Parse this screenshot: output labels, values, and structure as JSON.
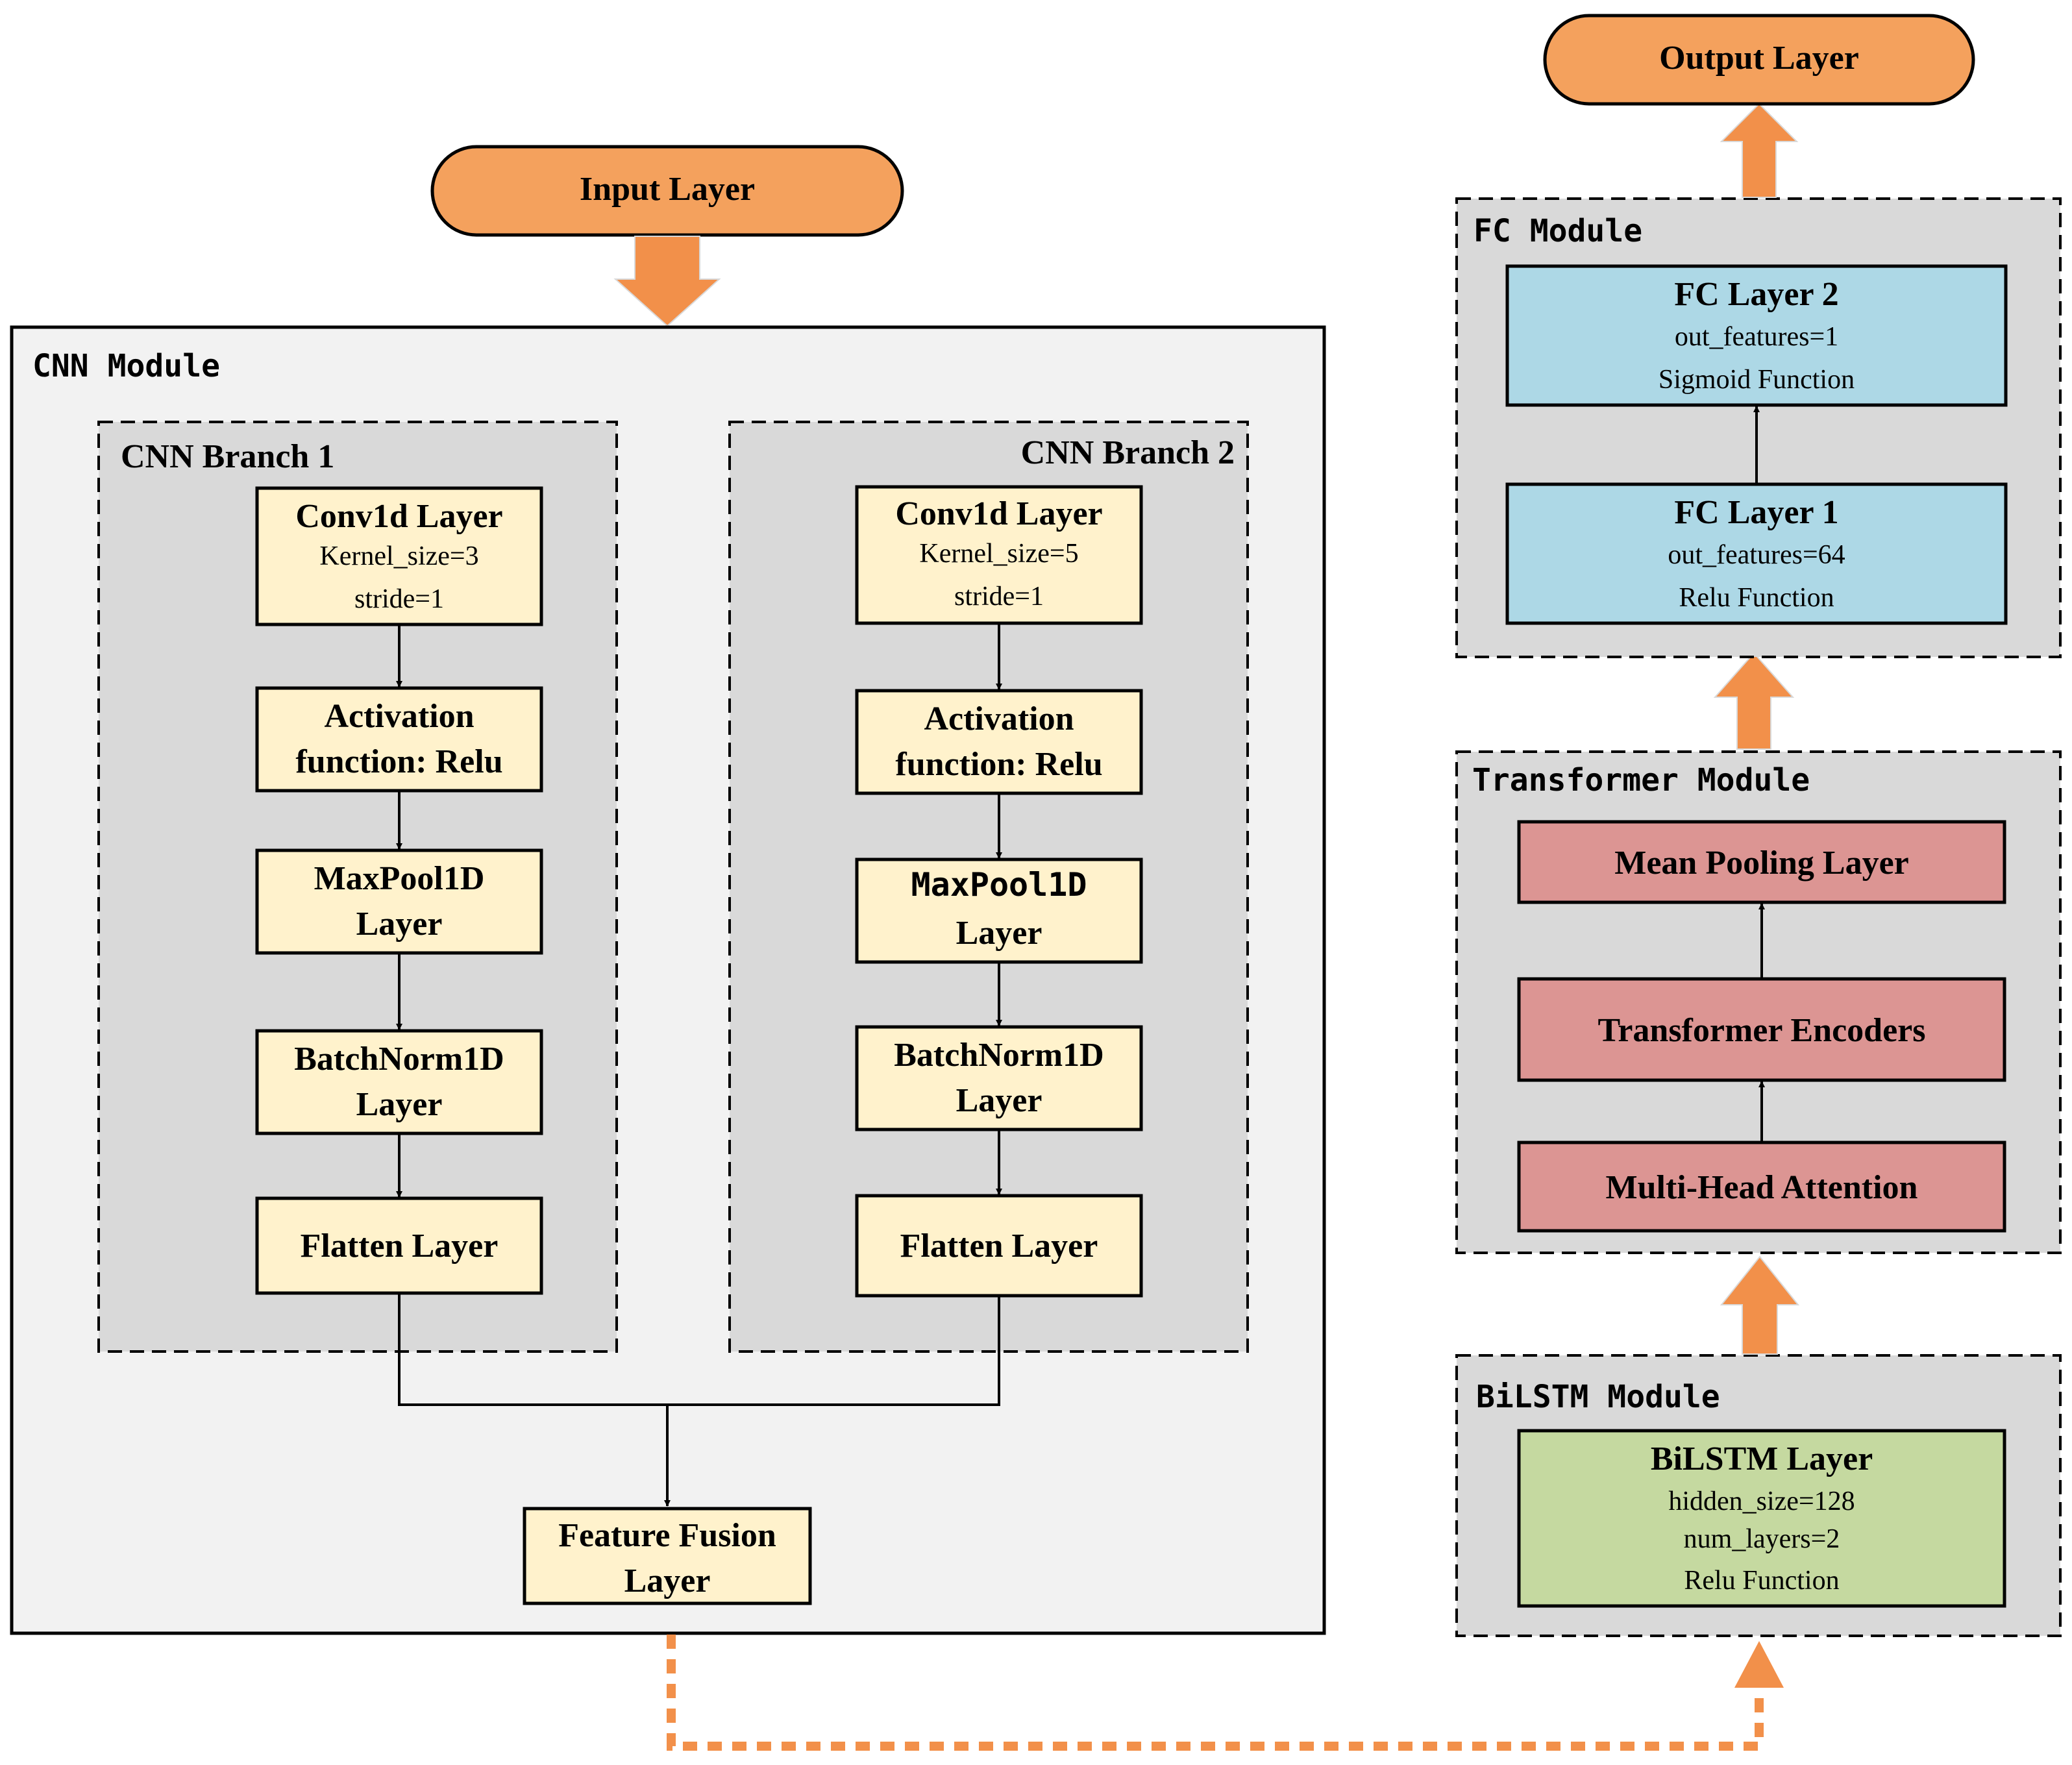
{
  "colors": {
    "orange": "#F4A15D",
    "orange_arrow": "#F2904A",
    "cnn_module_bg": "#F2F2F2",
    "branch_bg": "#D9D9D9",
    "cnn_box": "#FFF2CC",
    "fc_box": "#ADD8E6",
    "transformer_box": "#DC9593",
    "bilstm_box": "#C5D9A0"
  },
  "input_layer": "Input Layer",
  "output_layer": "Output Layer",
  "cnn_module": {
    "title": "CNN Module",
    "branch1": {
      "title": "CNN Branch 1",
      "conv": {
        "title": "Conv1d Layer",
        "kernel": "Kernel_size=3",
        "stride": "stride=1"
      },
      "activation": [
        "Activation",
        "function: Relu"
      ],
      "maxpool": [
        "MaxPool1D",
        "Layer"
      ],
      "batchnorm": [
        "BatchNorm1D",
        "Layer"
      ],
      "flatten": "Flatten Layer"
    },
    "branch2": {
      "title": "CNN Branch 2",
      "conv": {
        "title": "Conv1d Layer",
        "kernel": "Kernel_size=5",
        "stride": "stride=1"
      },
      "activation": [
        "Activation",
        "function: Relu"
      ],
      "maxpool": [
        "MaxPool1D",
        "Layer"
      ],
      "batchnorm": [
        "BatchNorm1D",
        "Layer"
      ],
      "flatten": "Flatten Layer"
    },
    "fusion": [
      "Feature Fusion",
      "Layer"
    ]
  },
  "fc_module": {
    "title": "FC Module",
    "fc2": {
      "title": "FC Layer 2",
      "line1": "out_features=1",
      "line2": "Sigmoid Function"
    },
    "fc1": {
      "title": "FC Layer 1",
      "line1": "out_features=64",
      "line2": "Relu Function"
    }
  },
  "transformer_module": {
    "title": "Transformer Module",
    "mean_pooling": "Mean Pooling Layer",
    "encoders": "Transformer Encoders",
    "attention": "Multi-Head Attention"
  },
  "bilstm_module": {
    "title": "BiLSTM Module",
    "layer": {
      "title": "BiLSTM Layer",
      "line1": "hidden_size=128",
      "line2": "num_layers=2",
      "line3": "Relu Function"
    }
  }
}
